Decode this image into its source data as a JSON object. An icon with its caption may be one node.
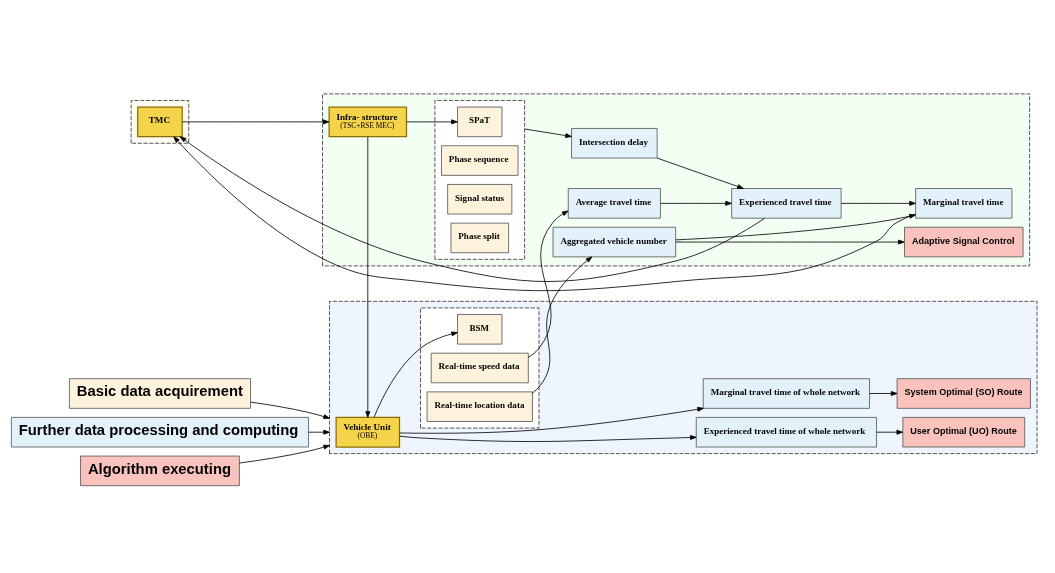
{
  "diagram": {
    "nodes": [
      {
        "text": [],
        "shape": "box"
      },
      {
        "text": [
          "TMC"
        ],
        "in": 0
      },
      {
        "text": [],
        "shape": "box"
      },
      {
        "text": [
          "Infra- structure",
          "(TSC+RSE MEC)"
        ],
        "in": 2
      },
      {
        "text": [],
        "shape": "box",
        "in": 2
      },
      {
        "text": [
          "SPaT"
        ],
        "in": 4
      },
      {
        "text": [
          "Phase sequence"
        ],
        "in": 4
      },
      {
        "text": [
          "Signal status"
        ],
        "in": 4
      },
      {
        "text": [
          "Phase split"
        ],
        "in": 4
      },
      {
        "text": [
          "Intersection delay"
        ],
        "in": 2
      },
      {
        "text": [
          "Average travel time"
        ],
        "in": 2
      },
      {
        "text": [
          "Aggregated vehicle number"
        ],
        "in": 2
      },
      {
        "text": [
          "Experienced travel time"
        ],
        "in": 2
      },
      {
        "text": [
          "Marginal travel time"
        ],
        "in": 2
      },
      {
        "text": [
          "Adaptive Signal Control"
        ],
        "in": 2
      },
      {
        "text": [],
        "shape": "box"
      },
      {
        "text": [
          "Vehicle Unit",
          "(OBE)"
        ],
        "in": 15
      },
      {
        "text": [],
        "shape": "box",
        "in": 15
      },
      {
        "text": [
          "BSM"
        ],
        "in": 17
      },
      {
        "text": [
          "Real-time speed data"
        ],
        "in": 17
      },
      {
        "text": [
          "Real-time location data"
        ],
        "in": 17
      },
      {
        "text": [
          "Experienced travel time of whole network"
        ],
        "in": 15
      },
      {
        "text": [
          "Marginal travel time of whole network"
        ],
        "in": 15
      },
      {
        "text": [
          "User Optimal (UO) Route"
        ],
        "in": 15
      },
      {
        "text": [
          "System Optimal (SO) Route"
        ],
        "in": 15
      },
      {
        "text": [
          "Basic data acquirement"
        ]
      },
      {
        "text": [
          "Further data processing and computing"
        ]
      },
      {
        "text": [
          "Algorithm executing"
        ]
      }
    ],
    "edges": [
      {
        "from": 1,
        "to": 3,
        "arrow": "to"
      },
      {
        "from": 3,
        "to": 5,
        "arrow": "to"
      },
      {
        "from": 3,
        "to": 16,
        "arrow": "to"
      },
      {
        "from": 16,
        "to": 18,
        "arrow": "to"
      },
      {
        "from": 4,
        "to": 9,
        "arrow": "to"
      },
      {
        "from": 19,
        "to": 10,
        "arrow": "to"
      },
      {
        "from": 20,
        "to": 11,
        "arrow": "to"
      },
      {
        "from": 9,
        "to": 12,
        "arrow": "to"
      },
      {
        "from": 10,
        "to": 12,
        "arrow": "to"
      },
      {
        "from": 12,
        "to": 13,
        "arrow": "to"
      },
      {
        "from": 11,
        "to": 13,
        "arrow": "to"
      },
      {
        "from": 11,
        "to": 14,
        "arrow": "to"
      },
      {
        "from": 12,
        "to": 1,
        "arrow": "to"
      },
      {
        "from": 13,
        "to": 1,
        "arrow": "to"
      },
      {
        "from": 16,
        "to": 21,
        "arrow": "to"
      },
      {
        "from": 16,
        "to": 22,
        "arrow": "to"
      },
      {
        "from": 21,
        "to": 23,
        "arrow": "to"
      },
      {
        "from": 22,
        "to": 24,
        "arrow": "to"
      },
      {
        "from": 25,
        "to": 15,
        "arrow": "to"
      },
      {
        "from": 26,
        "to": 15,
        "arrow": "to"
      },
      {
        "from": 27,
        "to": 15,
        "arrow": "to"
      }
    ]
  }
}
